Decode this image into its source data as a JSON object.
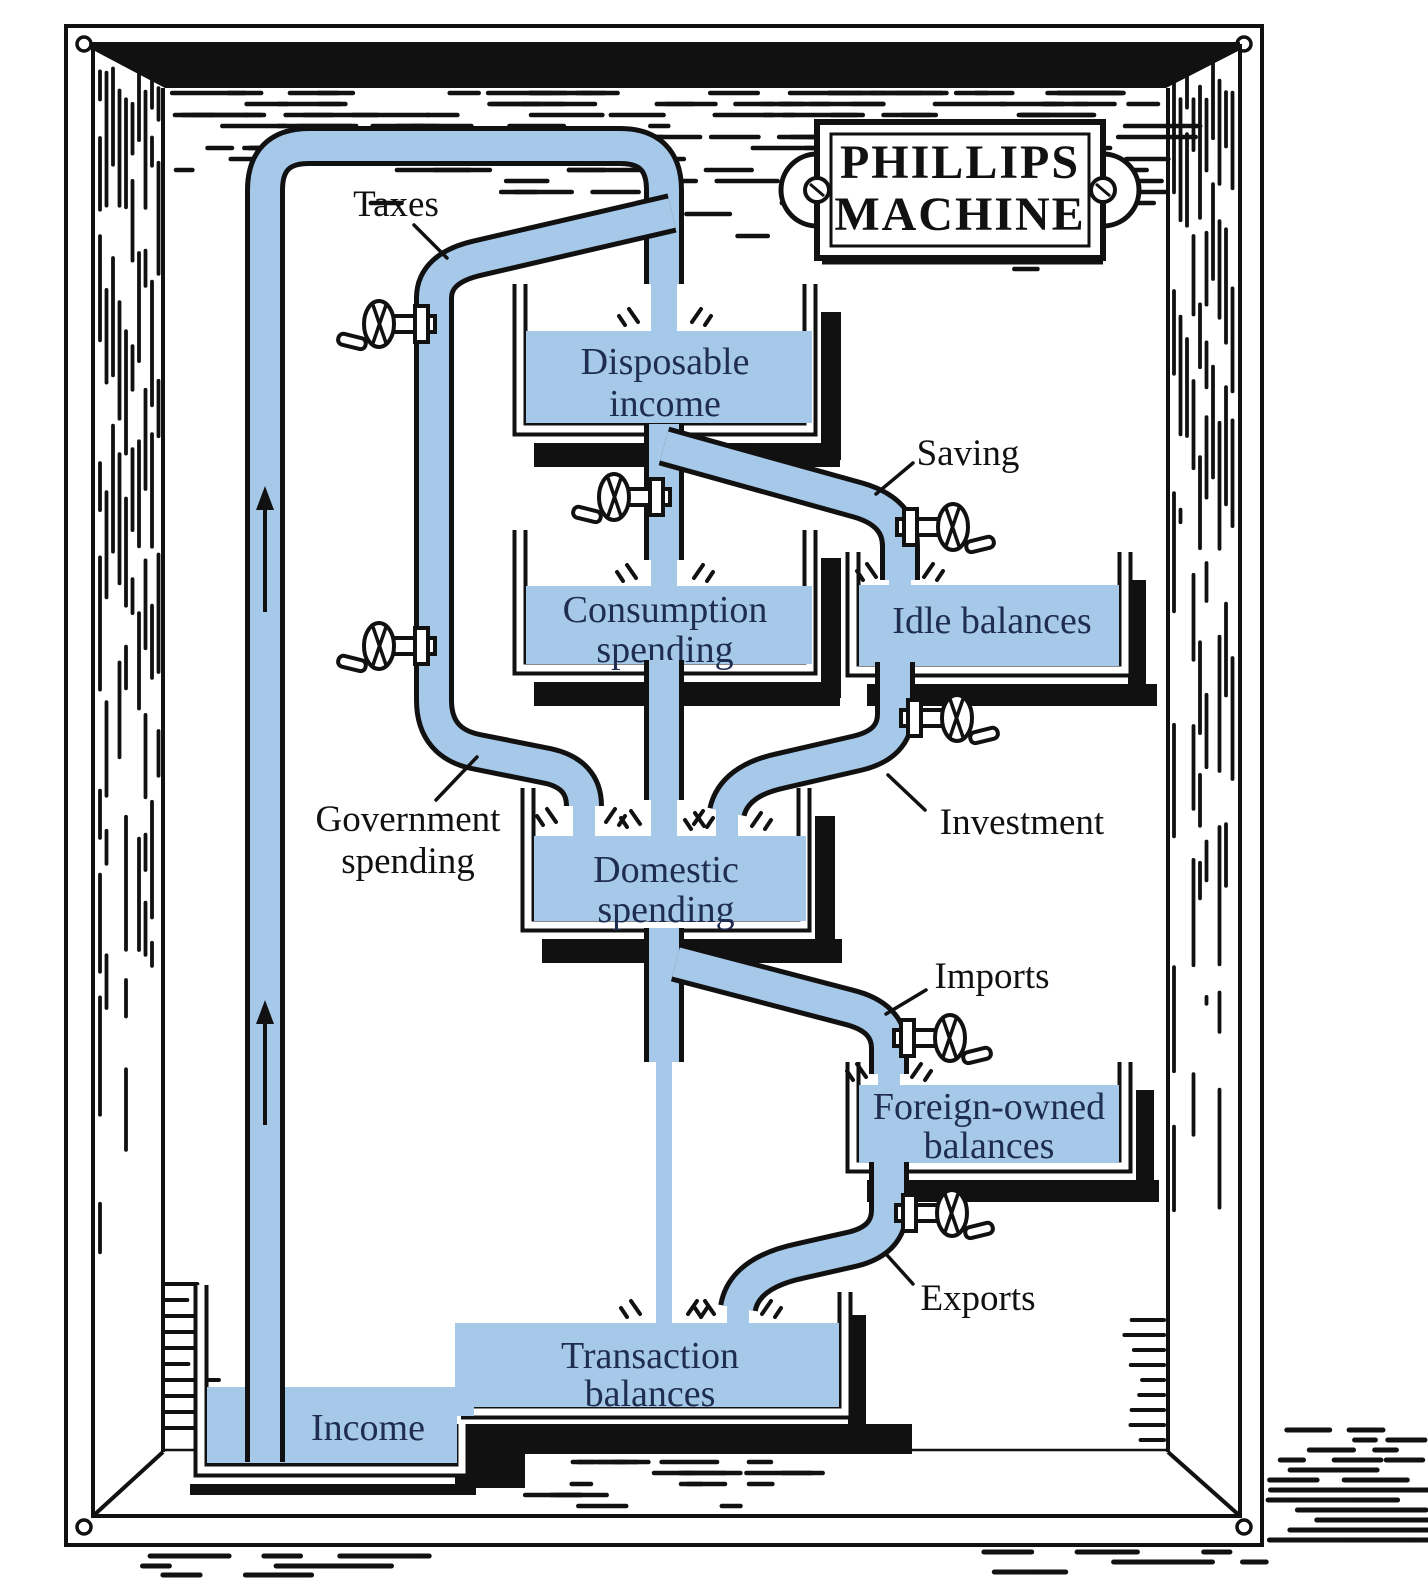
{
  "plate": {
    "line1": "PHILLIPS",
    "line2": "MACHINE"
  },
  "tanks": {
    "disposable_income": {
      "label_line1": "Disposable",
      "label_line2": "income"
    },
    "consumption_spending": {
      "label_line1": "Consumption",
      "label_line2": "spending"
    },
    "idle_balances": {
      "label": "Idle balances"
    },
    "domestic_spending": {
      "label_line1": "Domestic",
      "label_line2": "spending"
    },
    "foreign_owned_balances": {
      "label_line1": "Foreign-owned",
      "label_line2": "balances"
    },
    "transaction_balances": {
      "label_line1": "Transaction",
      "label_line2": "balances"
    },
    "income": {
      "label": "Income"
    }
  },
  "flows": {
    "taxes": {
      "label": "Taxes"
    },
    "saving": {
      "label": "Saving"
    },
    "government_spending": {
      "label_line1": "Government",
      "label_line2": "spending"
    },
    "investment": {
      "label": "Investment"
    },
    "imports": {
      "label": "Imports"
    },
    "exports": {
      "label": "Exports"
    }
  },
  "colors": {
    "water": "#a7c9e9",
    "ink": "#111111",
    "label_navy": "#1e2d50",
    "background": "#ffffff"
  },
  "icons": {
    "valve": "hand-wheel-valve",
    "flow_arrow": "upward-flow-arrow",
    "screw": "screw-head",
    "splash": "water-splash-marks"
  }
}
